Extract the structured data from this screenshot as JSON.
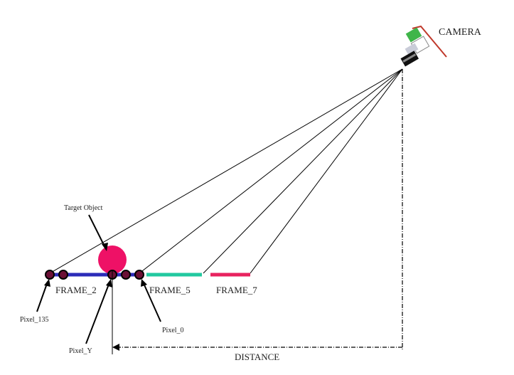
{
  "labels": {
    "camera": "CAMERA",
    "target_object": "Target Object",
    "frame_2": "FRAME_2",
    "frame_5": "FRAME_5",
    "frame_7": "FRAME_7",
    "pixel_135": "Pixel_135",
    "pixel_y": "Pixel_Y",
    "pixel_0": "Pixel_0",
    "distance": "DISTANCE"
  },
  "colors": {
    "frame_2": "#2c2cb8",
    "frame_5": "#23c9a0",
    "frame_7": "#e8235f",
    "target_object": "#ee1166",
    "pixel_marker_fill": "#6b1035",
    "pixel_marker_stroke": "#000000",
    "camera_green": "#3fb54a",
    "camera_red_line": "#c0392b",
    "lines": "#000000"
  }
}
